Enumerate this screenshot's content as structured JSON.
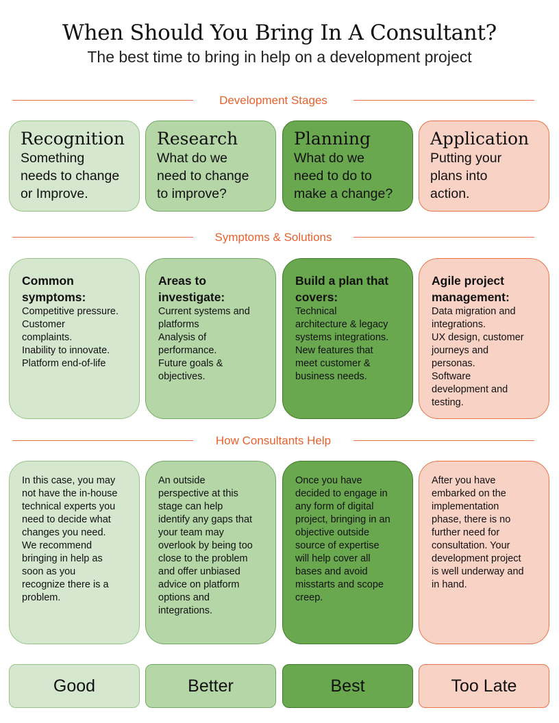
{
  "header": {
    "title": "When Should You Bring In A Consultant?",
    "subtitle": "The best time to bring in help on a development project"
  },
  "sections": {
    "stages": "Development Stages",
    "symptoms": "Symptoms & Solutions",
    "help": "How Consultants Help"
  },
  "stages": [
    {
      "name": "Recognition",
      "desc": [
        "Something",
        "needs to change",
        "or Improve."
      ]
    },
    {
      "name": "Research",
      "desc": [
        "What do we",
        "need to change",
        "to improve?"
      ]
    },
    {
      "name": "Planning",
      "desc": [
        "What do we",
        "need to do to",
        "make a change?"
      ]
    },
    {
      "name": "Application",
      "desc": [
        "Putting your",
        "plans into",
        "action."
      ]
    }
  ],
  "symptoms": [
    {
      "head": [
        "Common",
        "symptoms:"
      ],
      "body": [
        "Competitive pressure.",
        "Customer",
        "complaints.",
        "Inability to innovate.",
        "Platform end-of-life"
      ]
    },
    {
      "head": [
        "Areas to",
        "investigate:"
      ],
      "body": [
        "Current systems and",
        "platforms",
        "Analysis of",
        "performance.",
        "Future goals &",
        "objectives."
      ]
    },
    {
      "head": [
        "Build a plan that",
        "covers:"
      ],
      "body": [
        "Technical",
        "architecture & legacy",
        "systems integrations.",
        "New features that",
        "meet customer &",
        "business needs."
      ]
    },
    {
      "head": [
        "Agile project",
        "management:"
      ],
      "body": [
        "Data migration and",
        "integrations.",
        "UX design, customer",
        "journeys and",
        "personas.",
        "Software",
        "development and",
        "testing."
      ]
    }
  ],
  "help": [
    {
      "body": [
        "In this case, you may",
        "not have the in-house",
        "technical experts you",
        "need to decide what",
        "changes you need.",
        "We recommend",
        "bringing in help as",
        "soon as you",
        "recognize there is a",
        "problem."
      ]
    },
    {
      "body": [
        "An outside",
        "perspective at this",
        "stage can help",
        "identify any gaps that",
        "your team may",
        "overlook by being too",
        "close to the problem",
        "and offer unbiased",
        "advice on platform",
        "options and",
        "integrations."
      ]
    },
    {
      "body": [
        "Once you have",
        "decided to engage in",
        "any form of digital",
        "project, bringing in an",
        "objective outside",
        "source of expertise",
        "will help cover all",
        "bases and avoid",
        "misstarts and scope",
        "creep."
      ]
    },
    {
      "body": [
        "After you have",
        "embarked on the",
        "implementation",
        "phase, there is no",
        "further need for",
        "consultation. Your",
        "development project",
        "is well underway and",
        "in hand."
      ]
    }
  ],
  "ratings": [
    "Good",
    "Better",
    "Best",
    "Too Late"
  ],
  "colors": {
    "good": "#d5e8cf",
    "better": "#b5d7a8",
    "best": "#6aa84f",
    "too_late": "#f9d2c6",
    "accent": "#e8602c"
  }
}
